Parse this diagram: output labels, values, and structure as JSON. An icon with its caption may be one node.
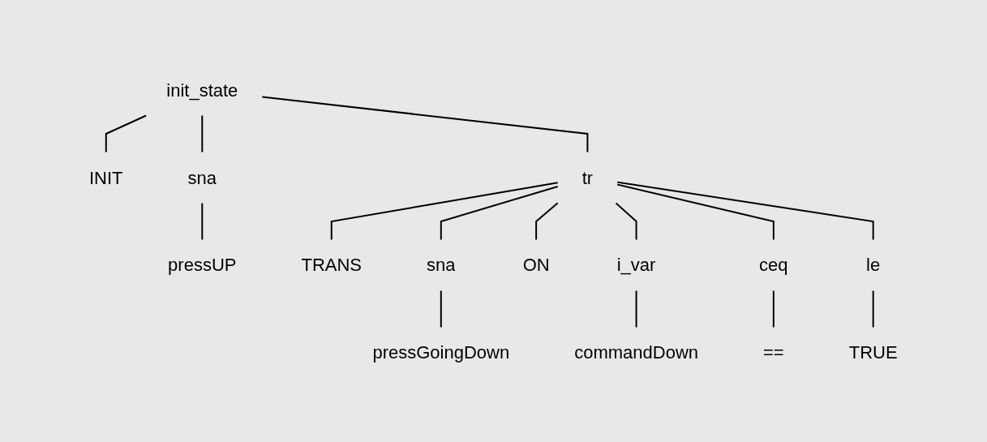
{
  "diagram": {
    "nodes": [
      {
        "text": [
          "init_state"
        ]
      },
      {
        "text": [
          "INIT"
        ]
      },
      {
        "text": [
          "sna"
        ]
      },
      {
        "text": [
          "tr"
        ]
      },
      {
        "text": [
          "pressUP"
        ]
      },
      {
        "text": [
          "TRANS"
        ]
      },
      {
        "text": [
          "sna"
        ]
      },
      {
        "text": [
          "ON"
        ]
      },
      {
        "text": [
          "i_var"
        ]
      },
      {
        "text": [
          "ceq"
        ]
      },
      {
        "text": [
          "le"
        ]
      },
      {
        "text": [
          "pressGoingDown"
        ]
      },
      {
        "text": [
          "commandDown"
        ]
      },
      {
        "text": [
          "=="
        ]
      },
      {
        "text": [
          "TRUE"
        ]
      }
    ],
    "edges": [
      {
        "from": 0,
        "to": 1,
        "arrow": "none"
      },
      {
        "from": 0,
        "to": 2,
        "arrow": "none"
      },
      {
        "from": 0,
        "to": 3,
        "arrow": "none"
      },
      {
        "from": 2,
        "to": 4,
        "arrow": "none"
      },
      {
        "from": 3,
        "to": 5,
        "arrow": "none"
      },
      {
        "from": 3,
        "to": 6,
        "arrow": "none"
      },
      {
        "from": 3,
        "to": 7,
        "arrow": "none"
      },
      {
        "from": 3,
        "to": 8,
        "arrow": "none"
      },
      {
        "from": 3,
        "to": 9,
        "arrow": "none"
      },
      {
        "from": 3,
        "to": 10,
        "arrow": "none"
      },
      {
        "from": 6,
        "to": 11,
        "arrow": "none"
      },
      {
        "from": 8,
        "to": 12,
        "arrow": "none"
      },
      {
        "from": 9,
        "to": 13,
        "arrow": "none"
      },
      {
        "from": 10,
        "to": 14,
        "arrow": "none"
      }
    ]
  }
}
